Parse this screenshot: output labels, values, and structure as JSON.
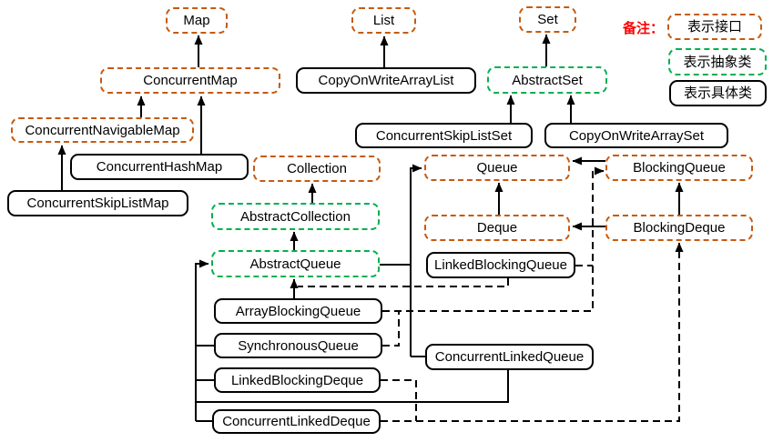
{
  "legend": {
    "note_label": "备注：",
    "items": [
      {
        "label": "表示接口",
        "type": "interface"
      },
      {
        "label": "表示抽象类",
        "type": "abstract"
      },
      {
        "label": "表示具体类",
        "type": "concrete"
      }
    ]
  },
  "colors": {
    "interface_border": "#C55A11",
    "abstract_border": "#00B050",
    "concrete_border": "#000000",
    "note_text": "#FF0000",
    "line": "#000000",
    "background": "#ffffff"
  },
  "nodes": [
    {
      "id": "map",
      "label": "Map",
      "type": "interface"
    },
    {
      "id": "list",
      "label": "List",
      "type": "interface"
    },
    {
      "id": "set",
      "label": "Set",
      "type": "interface"
    },
    {
      "id": "concurrentmap",
      "label": "ConcurrentMap",
      "type": "interface"
    },
    {
      "id": "copyonwritearraylist",
      "label": "CopyOnWriteArrayList",
      "type": "concrete"
    },
    {
      "id": "abstractset",
      "label": "AbstractSet",
      "type": "abstract"
    },
    {
      "id": "concurrentnavigablemap",
      "label": "ConcurrentNavigableMap",
      "type": "interface"
    },
    {
      "id": "concurrentskiplistset",
      "label": "ConcurrentSkipListSet",
      "type": "concrete"
    },
    {
      "id": "copyonwritearrayset",
      "label": "CopyOnWriteArraySet",
      "type": "concrete"
    },
    {
      "id": "concurrenthashmap",
      "label": "ConcurrentHashMap",
      "type": "concrete"
    },
    {
      "id": "collection",
      "label": "Collection",
      "type": "interface"
    },
    {
      "id": "queue",
      "label": "Queue",
      "type": "interface"
    },
    {
      "id": "blockingqueue",
      "label": "BlockingQueue",
      "type": "interface"
    },
    {
      "id": "concurrentskiplistmap",
      "label": "ConcurrentSkipListMap",
      "type": "concrete"
    },
    {
      "id": "abstractcollection",
      "label": "AbstractCollection",
      "type": "abstract"
    },
    {
      "id": "deque",
      "label": "Deque",
      "type": "interface"
    },
    {
      "id": "blockingdeque",
      "label": "BlockingDeque",
      "type": "interface"
    },
    {
      "id": "abstractqueue",
      "label": "AbstractQueue",
      "type": "abstract"
    },
    {
      "id": "linkedblockingqueue",
      "label": "LinkedBlockingQueue",
      "type": "concrete"
    },
    {
      "id": "arrayblockingqueue",
      "label": "ArrayBlockingQueue",
      "type": "concrete"
    },
    {
      "id": "synchronousqueue",
      "label": "SynchronousQueue",
      "type": "concrete"
    },
    {
      "id": "concurrentlinkedqueue",
      "label": "ConcurrentLinkedQueue",
      "type": "concrete"
    },
    {
      "id": "linkedblockingdeque",
      "label": "LinkedBlockingDeque",
      "type": "concrete"
    },
    {
      "id": "concurrentlinkeddeque",
      "label": "ConcurrentLinkedDeque",
      "type": "concrete"
    }
  ],
  "edges": [
    {
      "from": "ConcurrentMap",
      "to": "Map",
      "style": "solid"
    },
    {
      "from": "ConcurrentNavigableMap",
      "to": "ConcurrentMap",
      "style": "solid"
    },
    {
      "from": "ConcurrentHashMap",
      "to": "ConcurrentMap",
      "style": "solid"
    },
    {
      "from": "ConcurrentSkipListMap",
      "to": "ConcurrentNavigableMap",
      "style": "solid"
    },
    {
      "from": "CopyOnWriteArrayList",
      "to": "List",
      "style": "solid"
    },
    {
      "from": "AbstractSet",
      "to": "Set",
      "style": "solid"
    },
    {
      "from": "ConcurrentSkipListSet",
      "to": "AbstractSet",
      "style": "solid"
    },
    {
      "from": "CopyOnWriteArraySet",
      "to": "AbstractSet",
      "style": "solid"
    },
    {
      "from": "AbstractCollection",
      "to": "Collection",
      "style": "solid"
    },
    {
      "from": "AbstractQueue",
      "to": "AbstractCollection",
      "style": "solid"
    },
    {
      "from": "ArrayBlockingQueue",
      "to": "AbstractQueue",
      "style": "solid"
    },
    {
      "from": "BlockingQueue",
      "to": "Queue",
      "style": "solid"
    },
    {
      "from": "Deque",
      "to": "Queue",
      "style": "solid"
    },
    {
      "from": "BlockingDeque",
      "to": "BlockingQueue",
      "style": "solid"
    },
    {
      "from": "BlockingDeque",
      "to": "Deque",
      "style": "solid"
    },
    {
      "from": "AbstractQueue",
      "to": "Queue",
      "style": "solid"
    },
    {
      "from": "ConcurrentLinkedQueue",
      "to": "Queue",
      "style": "solid"
    },
    {
      "from": "ConcurrentLinkedQueue",
      "to": "AbstractQueue",
      "style": "solid"
    },
    {
      "from": "SynchronousQueue",
      "to": "AbstractQueue",
      "style": "solid"
    },
    {
      "from": "LinkedBlockingDeque",
      "to": "AbstractQueue",
      "style": "solid"
    },
    {
      "from": "ConcurrentLinkedDeque",
      "to": "AbstractQueue",
      "style": "solid"
    },
    {
      "from": "ArrayBlockingQueue",
      "to": "BlockingQueue",
      "style": "dashed"
    },
    {
      "from": "SynchronousQueue",
      "to": "BlockingQueue",
      "style": "dashed"
    },
    {
      "from": "LinkedBlockingQueue",
      "to": "BlockingQueue",
      "style": "dashed"
    },
    {
      "from": "LinkedBlockingQueue",
      "to": "AbstractQueue",
      "style": "dashed"
    },
    {
      "from": "LinkedBlockingDeque",
      "to": "BlockingDeque",
      "style": "dashed"
    },
    {
      "from": "ConcurrentLinkedDeque",
      "to": "BlockingDeque",
      "style": "dashed"
    }
  ]
}
